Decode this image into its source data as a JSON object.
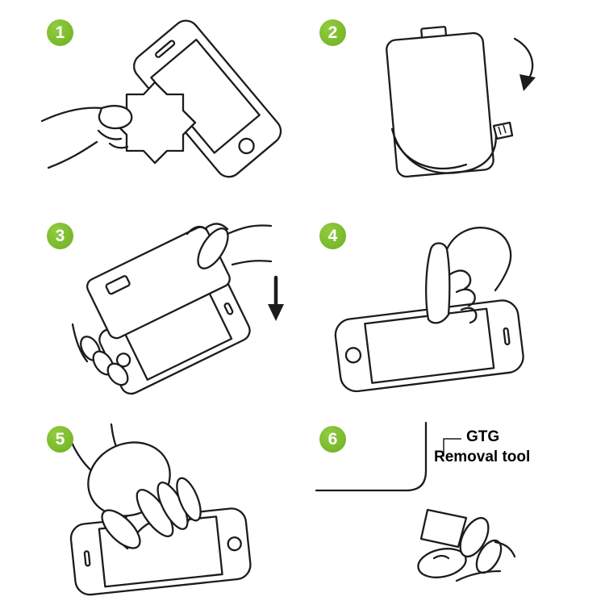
{
  "colors": {
    "badge_green": "#7CBB2E",
    "line": "#1c1c1c",
    "background": "#ffffff"
  },
  "steps": [
    {
      "number": "1",
      "illustration": "wipe-screen-with-cloth"
    },
    {
      "number": "2",
      "illustration": "peel-protective-film"
    },
    {
      "number": "3",
      "illustration": "align-and-place-glass"
    },
    {
      "number": "4",
      "illustration": "press-center-of-screen"
    },
    {
      "number": "5",
      "illustration": "smooth-out-film"
    },
    {
      "number": "6",
      "illustration": "use-removal-tool-on-corner",
      "label_line1": "GTG",
      "label_line2": "Removal tool"
    }
  ]
}
